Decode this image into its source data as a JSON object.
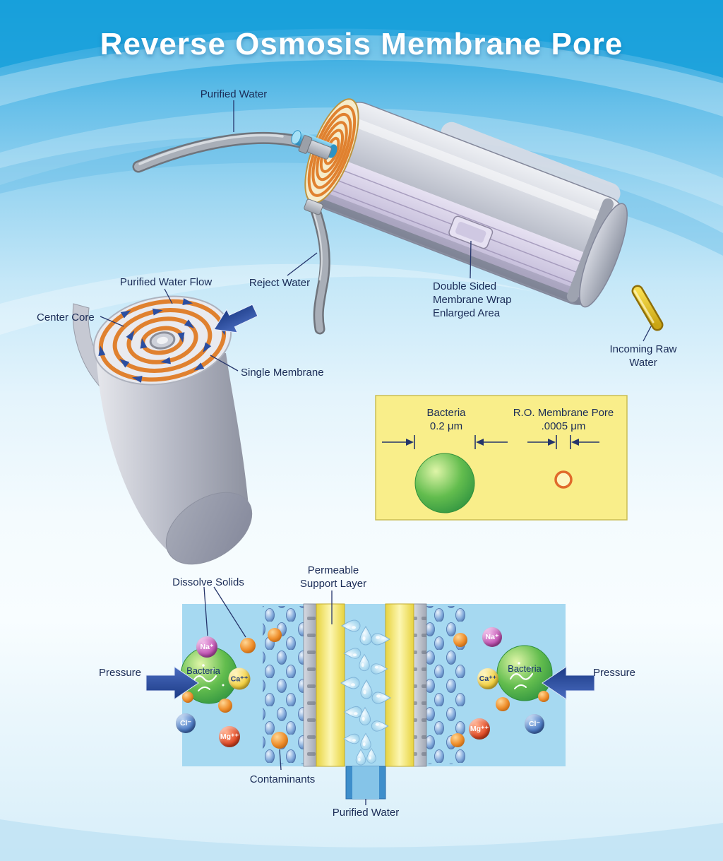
{
  "title": "Reverse Osmosis Membrane Pore",
  "colors": {
    "label_navy": "#1b2c57",
    "accent_orange": "#e0812f",
    "flow_arrow_blue": "#2b4ea0",
    "bacteria_green": "#4caf3f",
    "comparison_box_yellow": "#f9ee8a",
    "support_layer_yellow": "#f0df4c",
    "feed_channel_blue": "#a6d9f1"
  },
  "module": {
    "purified_water_label": "Purified Water",
    "reject_water_label": "Reject Water",
    "membrane_wrap_label": "Double Sided\nMembrane Wrap\nEnlarged Area",
    "incoming_raw_water_label": "Incoming Raw Water"
  },
  "spiral": {
    "purified_water_flow_label": "Purified Water Flow",
    "center_core_label": "Center Core",
    "single_membrane_label": "Single Membrane"
  },
  "pore_box": {
    "bacteria_label": "Bacteria\n0.2 μm",
    "pore_label": "R.O. Membrane Pore\n.0005 μm"
  },
  "filtration": {
    "dissolve_solids_label": "Dissolve Solids",
    "support_layer_label": "Permeable\nSupport Layer",
    "pressure_left_label": "Pressure",
    "pressure_right_label": "Pressure",
    "bacteria_left_label": "Bacteria",
    "bacteria_right_label": "Bacteria",
    "contaminants_label": "Contaminants",
    "purified_water_label": "Purified Water",
    "ions": {
      "na": "Na⁺",
      "ca": "Ca⁺⁺",
      "cl": "Cl⁻",
      "mg": "Mg⁺⁺"
    }
  }
}
